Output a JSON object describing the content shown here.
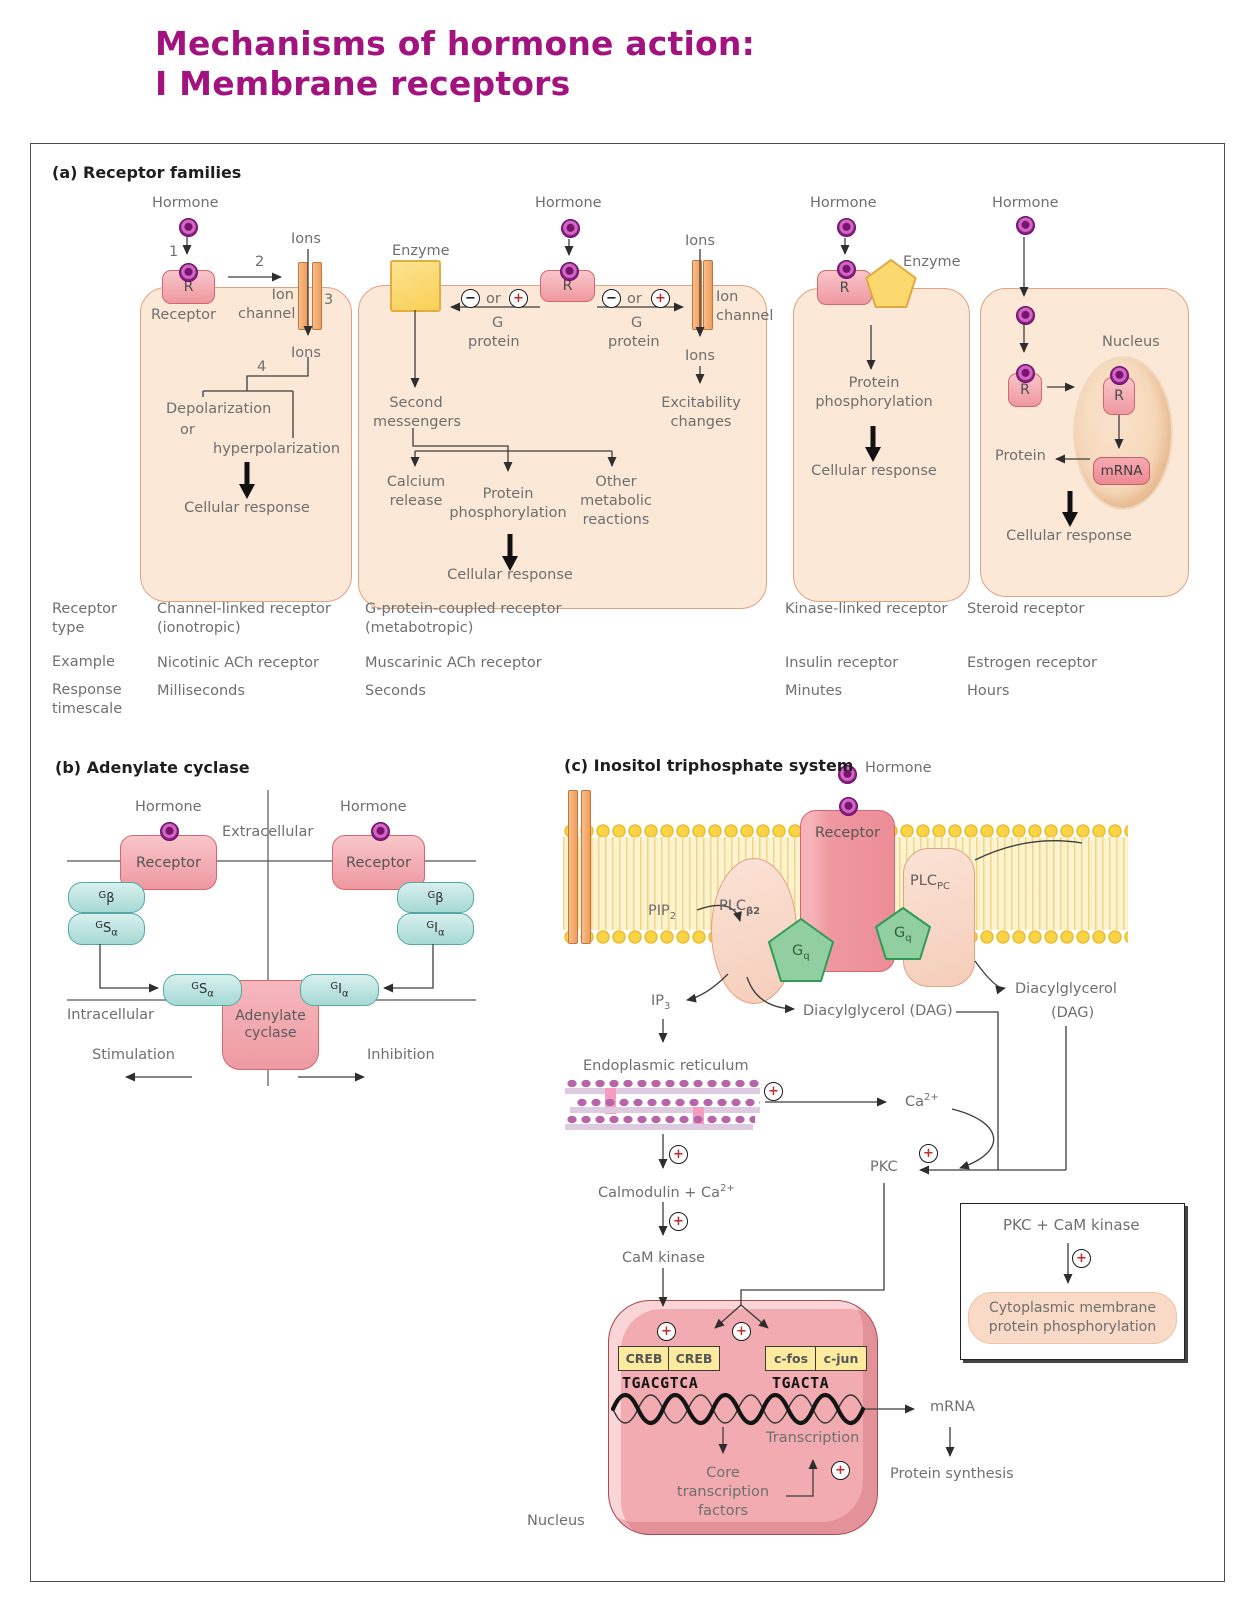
{
  "title": {
    "line1": "Mechanisms of hormone action:",
    "line2": "I Membrane receptors"
  },
  "symbols": {
    "plus": "+",
    "minus": "−"
  },
  "common": {
    "hormone": "Hormone",
    "receptor_letter": "R",
    "cellular_response": "Cellular response",
    "or": "or",
    "ions": "Ions",
    "ion_l1": "Ion",
    "ion_l2": "channel",
    "enzyme": "Enzyme",
    "g": "G",
    "protein_word": "protein",
    "pp_l1": "Protein",
    "pp_l2": "phosphorylation",
    "nucleus": "Nucleus"
  },
  "panel_a": {
    "heading": "(a) Receptor families",
    "num1": "1",
    "num2": "2",
    "num3": "3",
    "num4": "4",
    "receptor": "Receptor",
    "depolarization": "Depolarization",
    "or": "or",
    "hyperpolarization": "hyperpolarization",
    "second_l1": "Second",
    "second_l2": "messengers",
    "calcium_l1": "Calcium",
    "calcium_l2": "release",
    "other_l1": "Other",
    "other_l2": "metabolic",
    "other_l3": "reactions",
    "excit_l1": "Excitability",
    "excit_l2": "changes",
    "protein": "Protein",
    "mrna": "mRNA",
    "table": {
      "rows": [
        "Receptor type",
        "Example",
        "Response timescale"
      ],
      "cols": [
        {
          "t1": "Channel-linked receptor",
          "t2": "(ionotropic)",
          "example": "Nicotinic ACh receptor",
          "time": "Milliseconds"
        },
        {
          "t1": "G-protein-coupled receptor",
          "t2": "(metabotropic)",
          "example": "Muscarinic ACh receptor",
          "time": "Seconds"
        },
        {
          "t1": "Kinase-linked receptor",
          "t2": "",
          "example": "Insulin receptor",
          "time": "Minutes"
        },
        {
          "t1": "Steroid receptor",
          "t2": "",
          "example": "Estrogen receptor",
          "time": "Hours"
        }
      ]
    }
  },
  "panel_b": {
    "heading": "(b) Adenylate cyclase",
    "extracellular": "Extracellular",
    "intracellular": "Intracellular",
    "receptor": "Receptor",
    "g_beta": {
      "base": "G",
      "sub": "β"
    },
    "gs_alpha": {
      "base": "G",
      "mid": "S",
      "sub": "α"
    },
    "gi_alpha": {
      "base": "G",
      "mid": "I",
      "sub": "α"
    },
    "adenylate_l1": "Adenylate",
    "adenylate_l2": "cyclase",
    "stimulation": "Stimulation",
    "inhibition": "Inhibition"
  },
  "panel_c": {
    "heading": "(c) Inositol triphosphate system",
    "receptor": "Receptor",
    "pip2": {
      "base": "PIP",
      "sub": "2"
    },
    "plcb2": {
      "base": "PLC",
      "sub": "β2"
    },
    "plcpc": {
      "base": "PLC",
      "sub": "PC"
    },
    "gq": {
      "base": "G",
      "sub": "q"
    },
    "ip3": {
      "base": "IP",
      "sub": "3"
    },
    "dag_center": "Diacylglycerol (DAG)",
    "dag_right_l1": "Diacylglycerol",
    "dag_right_l2": "(DAG)",
    "er": "Endoplasmic reticulum",
    "ca": {
      "base": "Ca",
      "sup": "2+"
    },
    "calmodulin": {
      "base": "Calmodulin + Ca",
      "sup": "2+"
    },
    "pkc": "PKC",
    "cam_kinase": "CaM kinase",
    "side_box": {
      "title": "PKC + CaM kinase",
      "result_l1": "Cytoplasmic membrane",
      "result_l2": "protein phosphorylation"
    },
    "nucleus_label": "Nucleus",
    "creb": "CREB",
    "cfos": "c-fos",
    "cjun": "c-jun",
    "seq1": "TGACGTCA",
    "seq2": "TGACTA",
    "transcription": "Transcription",
    "core_l1": "Core",
    "core_l2": "transcription",
    "core_l3": "factors",
    "mrna": "mRNA",
    "protein_synthesis": "Protein synthesis"
  }
}
